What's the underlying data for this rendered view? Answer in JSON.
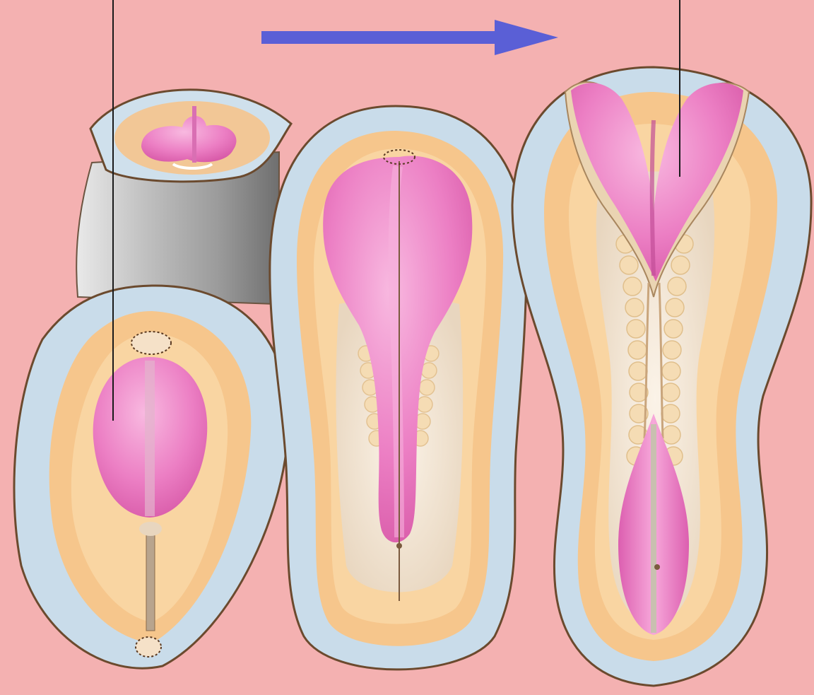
{
  "diagram": {
    "background_color": "#f4b1b1",
    "arrow_color": "#5a5fd6",
    "colors": {
      "ectoderm_outer": "#c9dcea",
      "ectoderm_rim": "#8a6a4a",
      "mesoderm": "#f6c68c",
      "mesoderm_light": "#f9d9aa",
      "neural_plate": "#ec7fc4",
      "neural_plate_light": "#f6a9dc",
      "somite": "#f5dcb4",
      "notochord": "#b8a48e",
      "yolk_gray": "#9a9a9a"
    },
    "stages": [
      {
        "name": "stage-1-embryo"
      },
      {
        "name": "stage-2-embryo"
      },
      {
        "name": "stage-3-embryo"
      }
    ]
  }
}
